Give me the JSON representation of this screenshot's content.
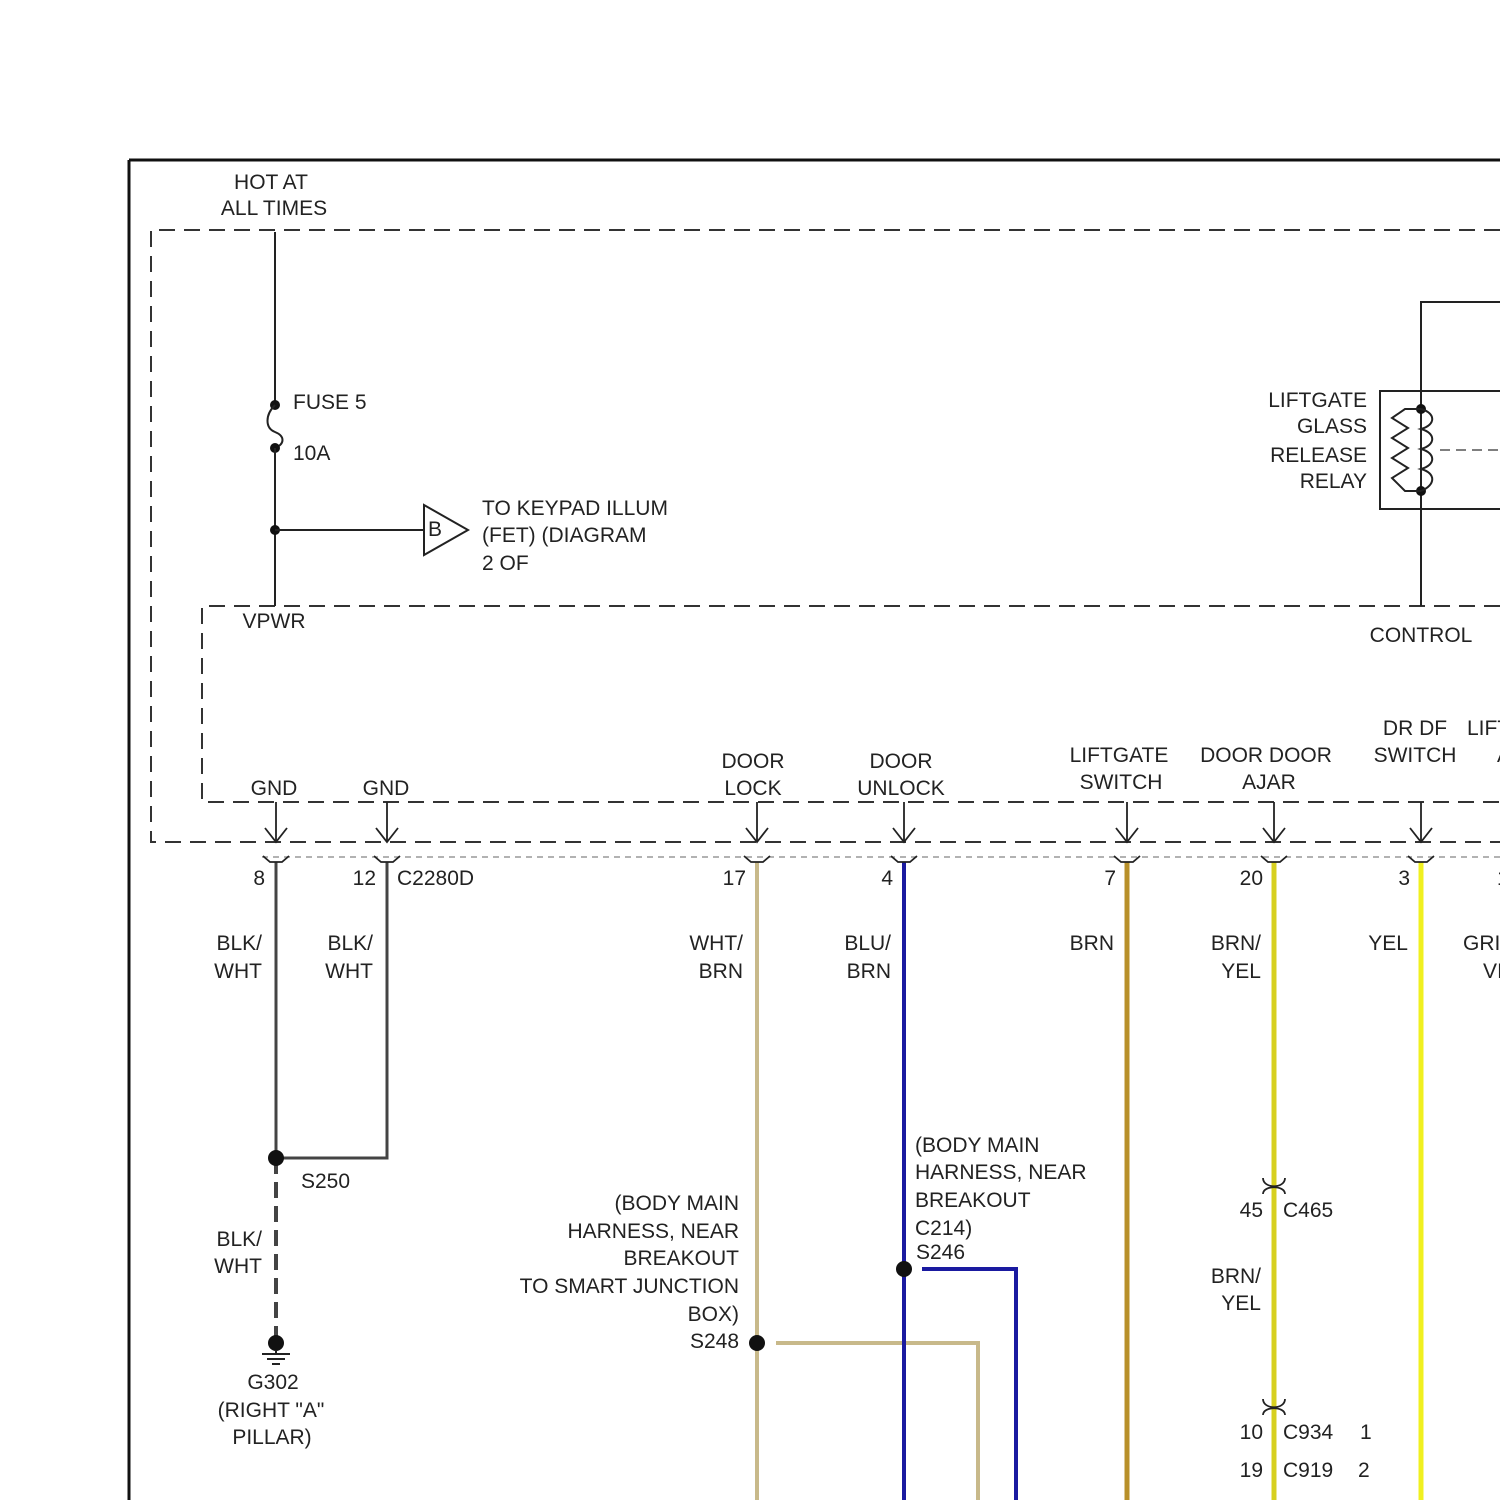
{
  "power": {
    "hot_line1": "HOT AT",
    "hot_line2": "ALL TIMES",
    "fuse_name": "FUSE 5",
    "fuse_rating": "10A",
    "vpwr": "VPWR",
    "offpage_letter": "B",
    "offpage_line1": "TO KEYPAD ILLUM",
    "offpage_line2": "(FET) (DIAGRAM",
    "offpage_line3": "2 OF"
  },
  "relay": {
    "line1": "LIFTGATE",
    "line2": "GLASS",
    "line3": "RELEASE",
    "line4": "RELAY",
    "control": "CONTROL"
  },
  "module_pins": {
    "gnd1": "GND",
    "gnd2": "GND",
    "door_lock_1": "DOOR",
    "door_lock_2": "LOCK",
    "door_unlock_1": "DOOR",
    "door_unlock_2": "UNLOCK",
    "liftgate_1": "LIFTGATE",
    "liftgate_2": "SWITCH",
    "door_ajar_1": "DOOR DOOR",
    "door_ajar_2": "AJAR",
    "drdf_1": "DR DF",
    "drdf_2": "SWITCH",
    "lift_partial": "LIFT",
    "a_partial": "A"
  },
  "connector": {
    "name": "C2280D",
    "pins": [
      "8",
      "12",
      "17",
      "4",
      "7",
      "20",
      "3",
      "1"
    ]
  },
  "wires": {
    "w8_1": "BLK/",
    "w8_2": "WHT",
    "w12_1": "BLK/",
    "w12_2": "WHT",
    "w17_1": "WHT/",
    "w17_2": "BRN",
    "w4_1": "BLU/",
    "w4_2": "BRN",
    "w7": "BRN",
    "w20_1": "BRN/",
    "w20_2": "YEL",
    "w3": "YEL",
    "wgr_1": "GRI",
    "wgr_2": "VI",
    "wgnd_1": "BLK/",
    "wgnd_2": "WHT",
    "w20b_1": "BRN/",
    "w20b_2": "YEL",
    "colors": {
      "blk_wht": "#444444",
      "wht_brn": "#c8b98a",
      "blu_brn": "#1a1aa0",
      "brn": "#b8902a",
      "brn_yel": "#d7d020",
      "yel": "#f0f020"
    }
  },
  "splices": {
    "s250": "S250",
    "s246_1": "(BODY MAIN",
    "s246_2": "HARNESS, NEAR",
    "s246_3": "BREAKOUT",
    "s246_4": "C214)",
    "s246_5": "S246",
    "s248_1": "(BODY MAIN",
    "s248_2": "HARNESS, NEAR",
    "s248_3": "BREAKOUT",
    "s248_4": "TO SMART JUNCTION",
    "s248_5": "BOX)",
    "s248_6": "S248"
  },
  "ground": {
    "name": "G302",
    "loc1": "(RIGHT \"A\"",
    "loc2": "PILLAR)"
  },
  "inline_connectors": {
    "c465_pin": "45",
    "c465_name": "C465",
    "c934_pin": "10",
    "c934_name": "C934",
    "c934_pin2": "1",
    "c919_pin": "19",
    "c919_name": "C919",
    "c919_pin2": "2"
  }
}
